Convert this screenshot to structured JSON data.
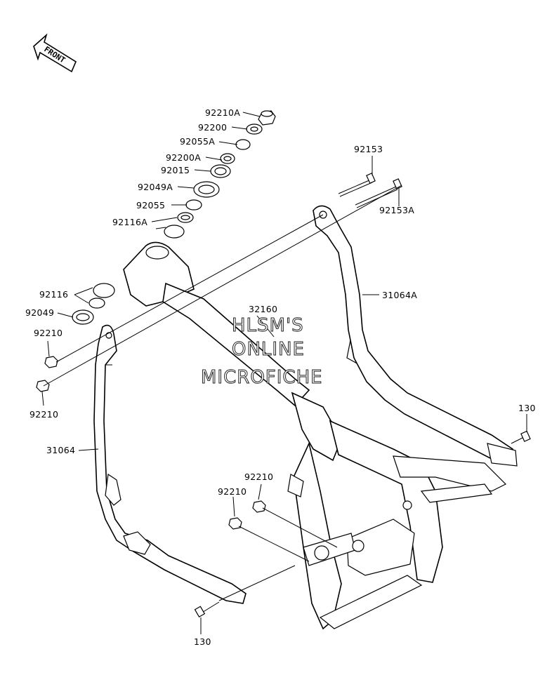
{
  "front_arrow": {
    "text": "FRONT"
  },
  "watermark": {
    "line1": "HLSM'S",
    "line2": "ONLINE",
    "line3": "MICROFICHE"
  },
  "labels": {
    "p92210A": "92210A",
    "p92200": "92200",
    "p92055A": "92055A",
    "p92200A": "92200A",
    "p92015": "92015",
    "p92049A": "92049A",
    "p92055": "92055",
    "p92116A": "92116A",
    "p92116": "92116",
    "p92049": "92049",
    "p92210_a": "92210",
    "p92210_b": "92210",
    "p92153": "92153",
    "p92153A": "92153A",
    "p31064A": "31064A",
    "p32160": "32160",
    "p31064": "31064",
    "p130_right": "130",
    "p130_bottom": "130",
    "p92210_c": "92210",
    "p92210_d": "92210"
  }
}
